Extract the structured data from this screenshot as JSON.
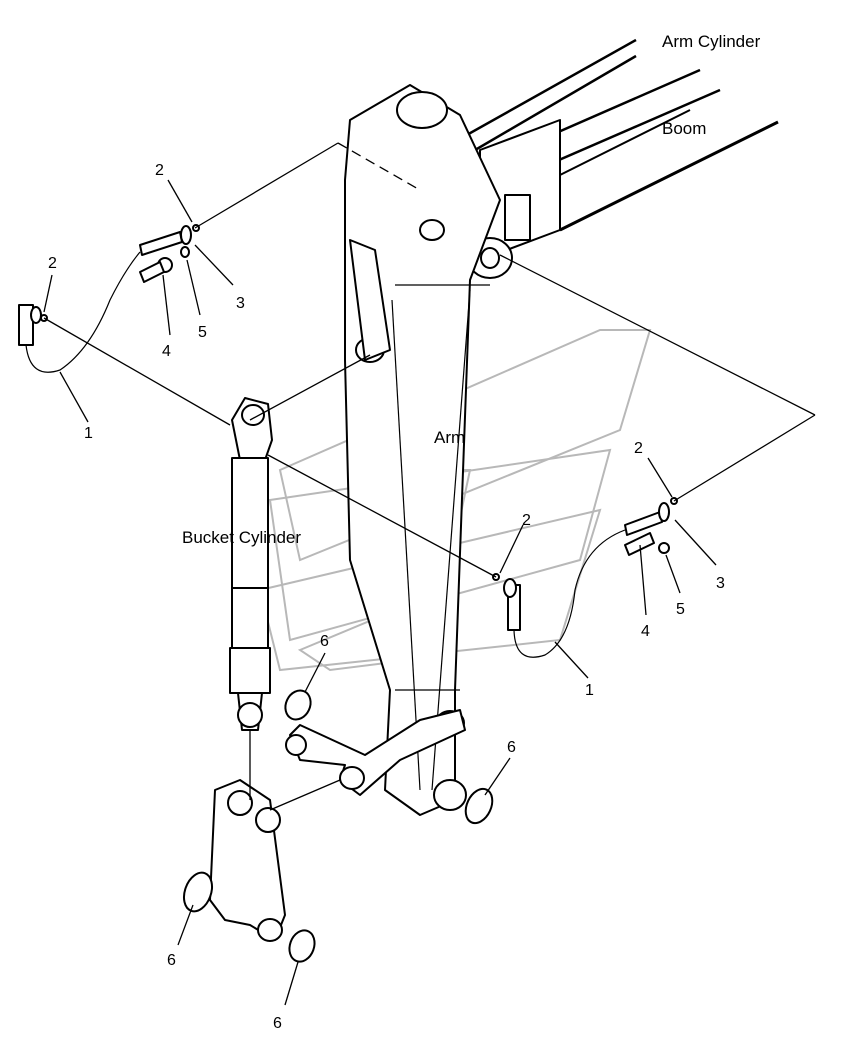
{
  "labels": {
    "arm_cylinder": "Arm Cylinder",
    "boom": "Boom",
    "arm": "Arm",
    "bucket_cylinder": "Bucket Cylinder"
  },
  "callouts": {
    "c1_left": "1",
    "c2_top": "2",
    "c2_left": "2",
    "c3_left": "3",
    "c4_left": "4",
    "c5_left": "5",
    "c1_right": "1",
    "c2_right": "2",
    "c2_mid": "2",
    "c3_right": "3",
    "c4_right": "4",
    "c5_right": "5",
    "c6_a": "6",
    "c6_b": "6",
    "c6_c": "6",
    "c6_d": "6"
  }
}
